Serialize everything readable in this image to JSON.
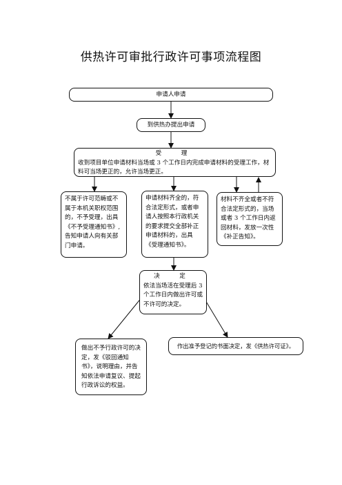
{
  "title": "供热许可审批行政许可事项流程图",
  "nodes": {
    "apply": "申请人申请",
    "submit": "到供热办提出申请",
    "accept_head": "受　理",
    "accept_body": "收到项目单位申请材料当场或 3 个工作日内完成申请材料的受理工作，材料可当场更正的，允许当场更正。",
    "reject_scope": "不属于许可范畴或不属于本机关职权范围的，不予受理，出具《不予受理通知书》,告知申请人向有关部门申请。",
    "complete": "申请材料齐全的，符合法定形式，或者申请人按照本行政机关的要求提交全部补正申请材料的，出具《受理通知书》。",
    "incomplete": "材料不齐全或者不符合法定形式的，当场或者 3 个工作日内返回材料，发放一次性《补正告知》。",
    "decide_head": "决　定",
    "decide_body": "依法当场活在受理后 3 个工作日内做出许可或不许可的决定。",
    "deny": "做出不予行政许可的决定，发《驳回通知书》，说明理由，并告知依法申请复议、提起行政诉讼的权益。",
    "grant": "作出准予登记的书面决定，发《供热许可证》。"
  }
}
